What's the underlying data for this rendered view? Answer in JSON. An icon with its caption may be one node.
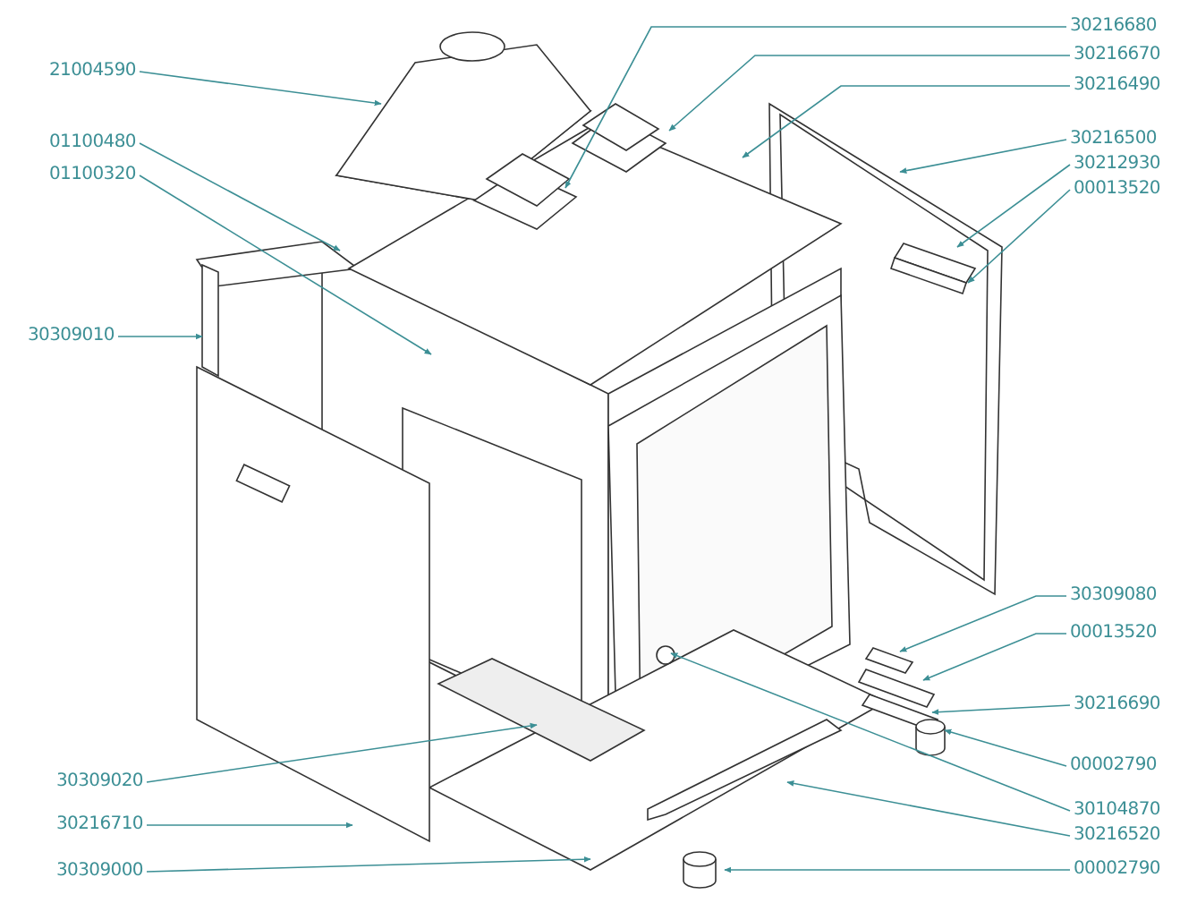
{
  "diagram": {
    "nodes": [
      {
        "text": [
          "21004590"
        ]
      },
      {
        "text": [
          "01100480"
        ]
      },
      {
        "text": [
          "01100320"
        ]
      },
      {
        "text": [
          "30309010"
        ]
      },
      {
        "text": [
          "30309020"
        ]
      },
      {
        "text": [
          "30216710"
        ]
      },
      {
        "text": [
          "30309000"
        ]
      },
      {
        "text": [
          "30216680"
        ]
      },
      {
        "text": [
          "30216670"
        ]
      },
      {
        "text": [
          "30216490"
        ]
      },
      {
        "text": [
          "30216500"
        ]
      },
      {
        "text": [
          "30212930"
        ]
      },
      {
        "text": [
          "00013520"
        ]
      },
      {
        "text": [
          "30309080"
        ]
      },
      {
        "text": [
          "00013520"
        ]
      },
      {
        "text": [
          "30216690"
        ]
      },
      {
        "text": [
          "00002790"
        ]
      },
      {
        "text": [
          "30104870"
        ]
      },
      {
        "text": [
          "30216520"
        ]
      },
      {
        "text": [
          "00002790"
        ]
      }
    ],
    "edges": [
      {
        "from": 0,
        "to": null,
        "arrow": "to"
      },
      {
        "from": 1,
        "to": null,
        "arrow": "to"
      },
      {
        "from": 2,
        "to": null,
        "arrow": "to"
      },
      {
        "from": 3,
        "to": null,
        "arrow": "to"
      },
      {
        "from": 4,
        "to": null,
        "arrow": "to"
      },
      {
        "from": 5,
        "to": null,
        "arrow": "to"
      },
      {
        "from": 6,
        "to": null,
        "arrow": "to"
      },
      {
        "from": 7,
        "to": null,
        "arrow": "to"
      },
      {
        "from": 8,
        "to": null,
        "arrow": "to"
      },
      {
        "from": 9,
        "to": null,
        "arrow": "to"
      },
      {
        "from": 10,
        "to": null,
        "arrow": "to"
      },
      {
        "from": 11,
        "to": null,
        "arrow": "to"
      },
      {
        "from": 12,
        "to": null,
        "arrow": "to"
      },
      {
        "from": 13,
        "to": null,
        "arrow": "to"
      },
      {
        "from": 14,
        "to": null,
        "arrow": "to"
      },
      {
        "from": 15,
        "to": null,
        "arrow": "to"
      },
      {
        "from": 16,
        "to": null,
        "arrow": "to"
      },
      {
        "from": 17,
        "to": null,
        "arrow": "to"
      },
      {
        "from": 18,
        "to": null,
        "arrow": "to"
      },
      {
        "from": 19,
        "to": null,
        "arrow": "to"
      }
    ]
  }
}
